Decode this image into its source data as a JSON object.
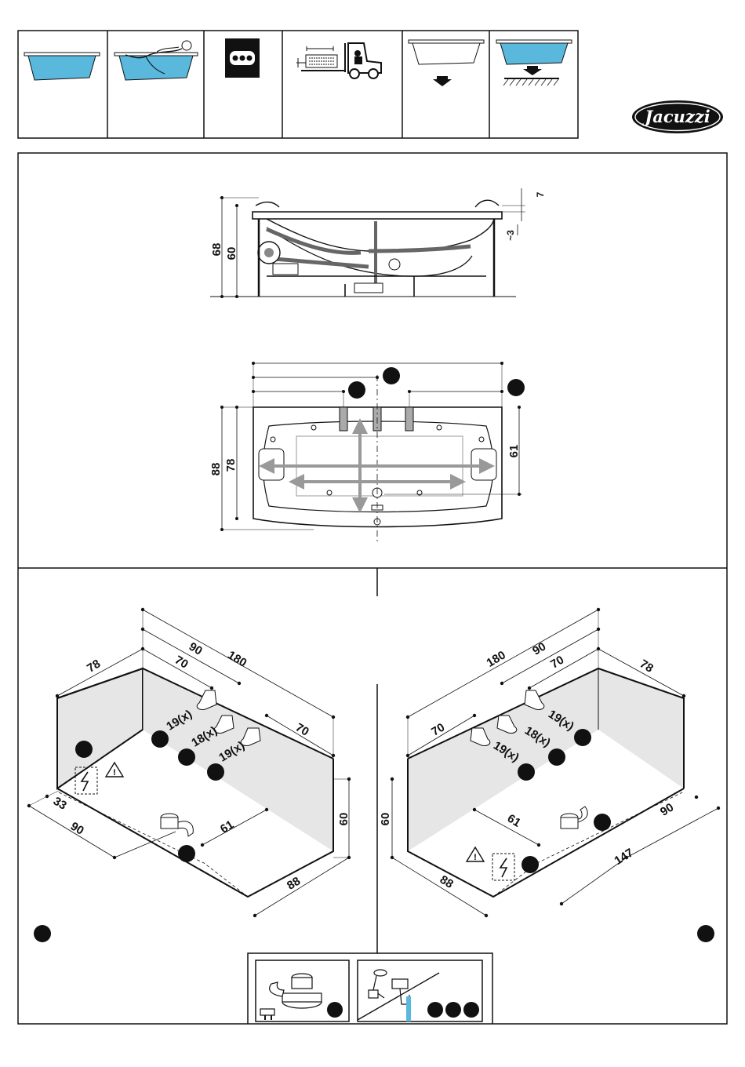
{
  "brand": {
    "name": "Jacuzzi"
  },
  "colors": {
    "water": "#5ab8dc",
    "wall": "#e6e6e6",
    "line": "#111111",
    "arrow": "#999999"
  },
  "top_icons": [
    {
      "name": "tub-filled-icon"
    },
    {
      "name": "person-bathing-icon"
    },
    {
      "name": "jet-panel-icon"
    },
    {
      "name": "forklift-transport-icon"
    },
    {
      "name": "tub-lowering-icon"
    },
    {
      "name": "tub-on-floor-icon"
    }
  ],
  "side_view": {
    "dims": {
      "total_height": "68",
      "tub_height": "60",
      "rim": "7",
      "approx": "~3"
    }
  },
  "plan_view": {
    "dims": {
      "length_outer": "88",
      "length_inner": "78",
      "depth": "61"
    }
  },
  "left_install": {
    "dims": {
      "length": "180",
      "mid": "90",
      "inner": "70",
      "right_70": "70",
      "width": "78",
      "h19a": "19(x)",
      "h18": "18(x)",
      "h19b": "19(x)",
      "height": "60",
      "drain_61": "61",
      "front_88": "88",
      "floor_33": "33",
      "floor_90": "90"
    }
  },
  "right_install": {
    "dims": {
      "length": "180",
      "mid": "90",
      "inner": "70",
      "left_70": "70",
      "width": "78",
      "h19a": "19(x)",
      "h18": "18(x)",
      "h19b": "19(x)",
      "height": "60",
      "drain_61": "61",
      "front_88": "88",
      "side_90": "90",
      "side_147": "147"
    }
  }
}
